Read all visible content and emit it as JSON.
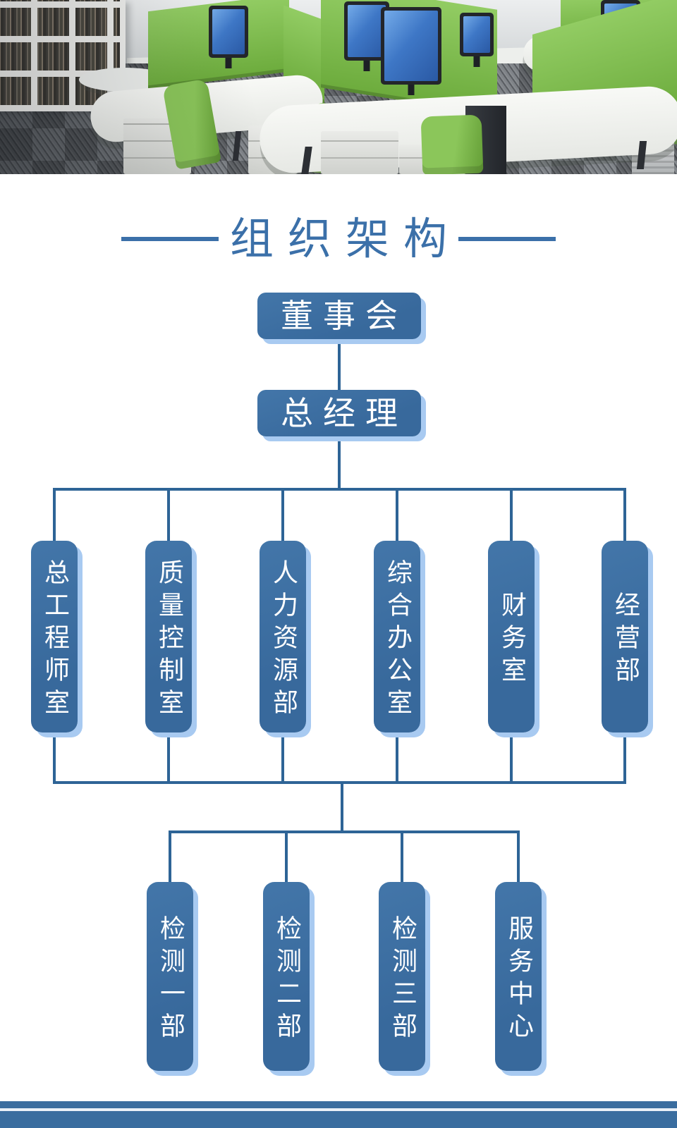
{
  "page": {
    "title": "组织架构"
  },
  "org_chart": {
    "board": {
      "label": "董事会"
    },
    "general_manager": {
      "label": "总经理"
    },
    "departments": [
      {
        "label": "总工程师室"
      },
      {
        "label": "质量控制室"
      },
      {
        "label": "人力资源部"
      },
      {
        "label": "综合办公室"
      },
      {
        "label": "财务室"
      },
      {
        "label": "经营部"
      }
    ],
    "sub_departments": [
      {
        "label": "检测一部"
      },
      {
        "label": "检测二部"
      },
      {
        "label": "检测三部"
      },
      {
        "label": "服务中心"
      }
    ]
  },
  "colors": {
    "connector": "#2E6496",
    "node_fill": "#38699C",
    "node_fill_light": "#4376A9",
    "node_shadow": "#A8CAF1",
    "title": "#3B70A9",
    "stripe": "#3A6D9F"
  }
}
